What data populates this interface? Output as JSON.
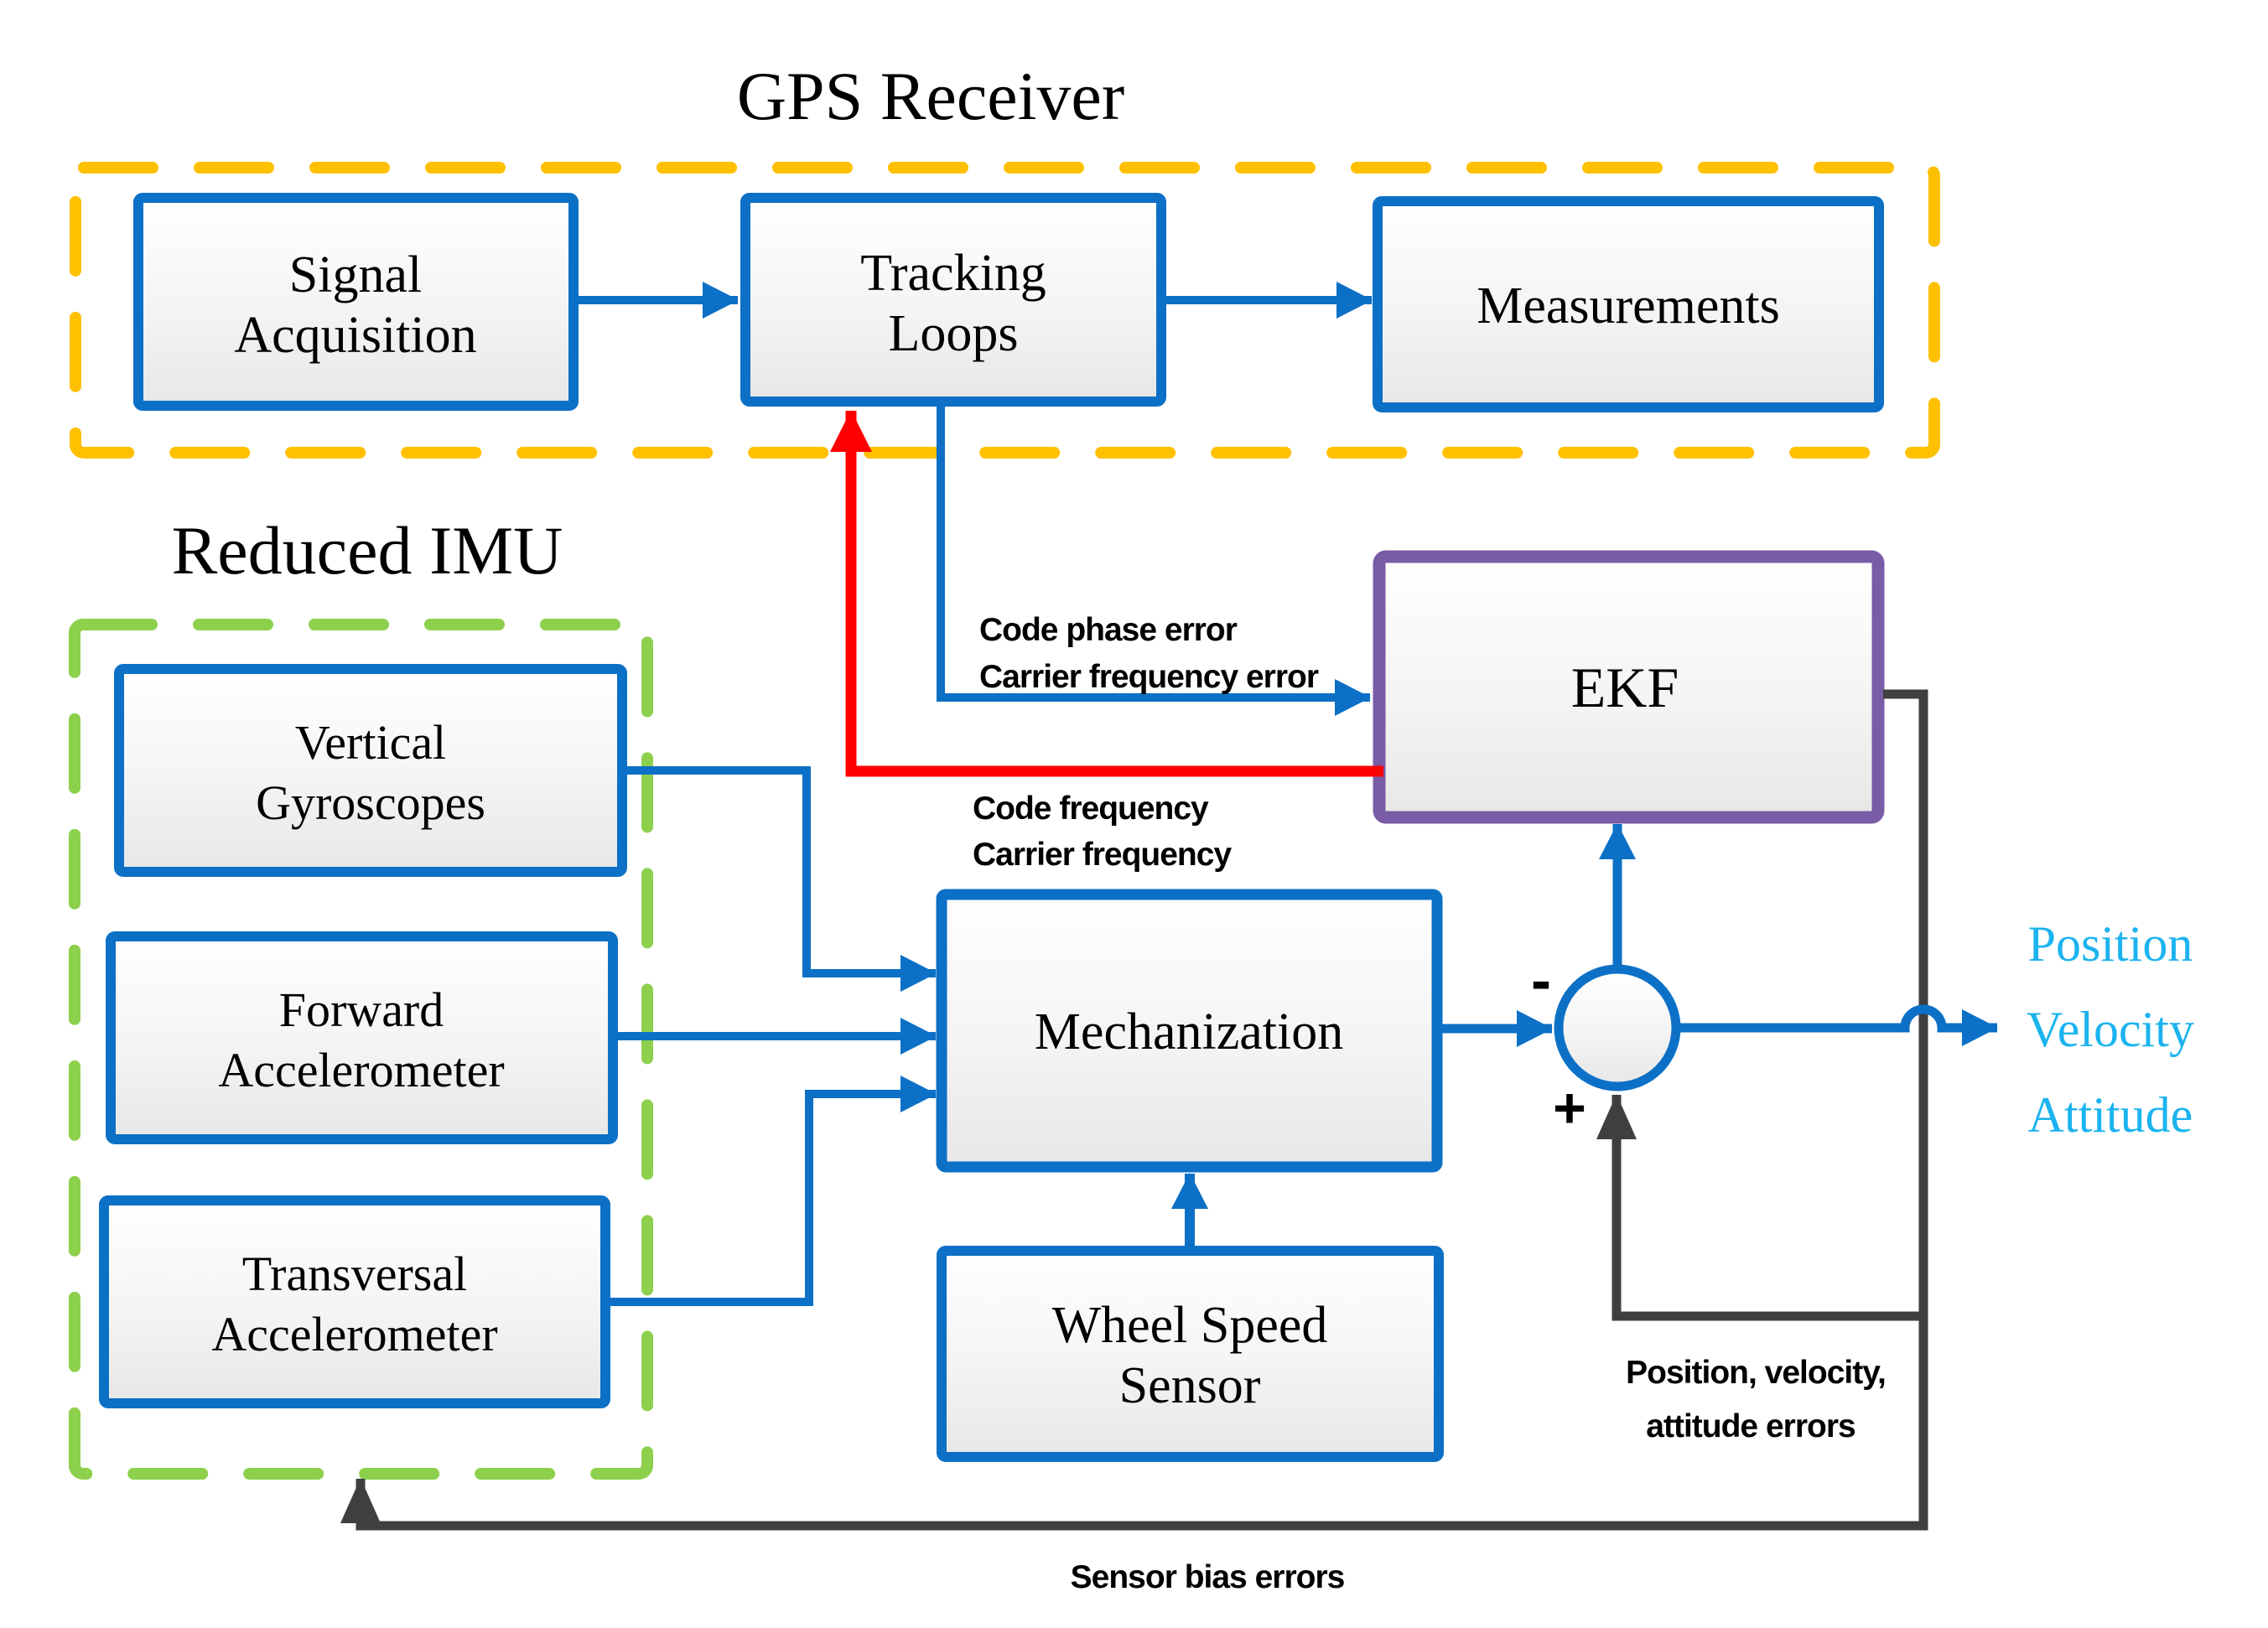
{
  "titles": {
    "gps_receiver": "GPS Receiver",
    "reduced_imu": "Reduced IMU"
  },
  "nodes": {
    "signal_acquisition": {
      "line1": "Signal",
      "line2": "Acquisition"
    },
    "tracking_loops": {
      "line1": "Tracking",
      "line2": "Loops"
    },
    "measurements": {
      "label": "Measurements"
    },
    "vertical_gyroscopes": {
      "line1": "Vertical",
      "line2": "Gyroscopes"
    },
    "forward_accelerometer": {
      "line1": "Forward",
      "line2": "Accelerometer"
    },
    "transversal_accelerometer": {
      "line1": "Transversal",
      "line2": "Accelerometer"
    },
    "mechanization": {
      "label": "Mechanization"
    },
    "wheel_speed_sensor": {
      "line1": "Wheel Speed",
      "line2": "Sensor"
    },
    "ekf": {
      "label": "EKF"
    }
  },
  "edge_labels": {
    "code_phase_error": "Code phase error",
    "carrier_frequency_error": "Carrier frequency error",
    "code_frequency": "Code frequency",
    "carrier_frequency": "Carrier frequency",
    "position_velocity_errors_line1": "Position, velocity,",
    "position_velocity_errors_line2": "attitude errors",
    "sensor_bias_errors": "Sensor bias errors",
    "minus_sign": "-",
    "plus_sign": "+"
  },
  "outputs": {
    "position": "Position",
    "velocity": "Velocity",
    "attitude": "Attitude"
  },
  "colors": {
    "box_border_blue": "#0c70c6",
    "connector_blue": "#0c70c6",
    "gps_frame_yellow": "#ffc000",
    "imu_frame_green": "#8cd04c",
    "ekf_border_purple": "#7a5ba6",
    "error_feedback_red": "#ff0000",
    "feedback_gray": "#3f3f3f",
    "output_text_cyan": "#1bb3ef",
    "label_text": "#000000",
    "background": "#ffffff"
  }
}
